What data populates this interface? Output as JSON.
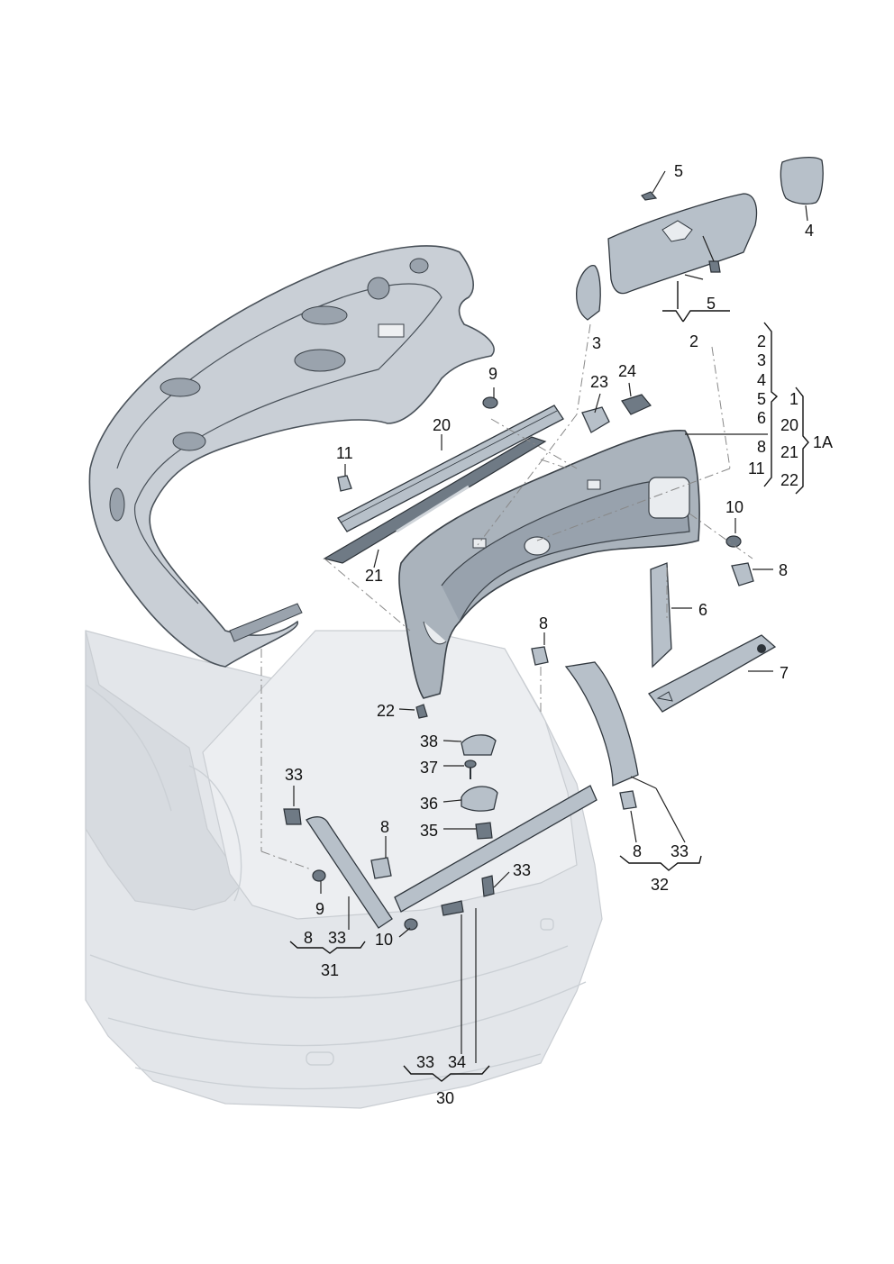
{
  "labels": {
    "n5a": "5",
    "n4": "4",
    "n5b": "5",
    "n3": "3",
    "n2": "2",
    "n9a": "9",
    "n23": "23",
    "n24": "24",
    "n20": "20",
    "n11": "11",
    "n21": "21",
    "n10a": "10",
    "n8a": "8",
    "n6": "6",
    "n8b": "8",
    "n7": "7",
    "n22": "22",
    "n38": "38",
    "n37": "37",
    "n33a": "33",
    "n36": "36",
    "n8c": "8",
    "n35": "35",
    "n33b": "33",
    "n9b": "9",
    "n10b": "10",
    "n8d": "8",
    "n33c": "33",
    "n31": "31",
    "n8e": "8",
    "n33d": "33",
    "n32": "32",
    "n33e": "33",
    "n34": "34",
    "n30": "30"
  },
  "assembly": {
    "col1": [
      "2",
      "3",
      "4",
      "5",
      "6",
      "8",
      "11"
    ],
    "col2": [
      "1",
      "20",
      "21",
      "22"
    ],
    "group": "1A"
  }
}
